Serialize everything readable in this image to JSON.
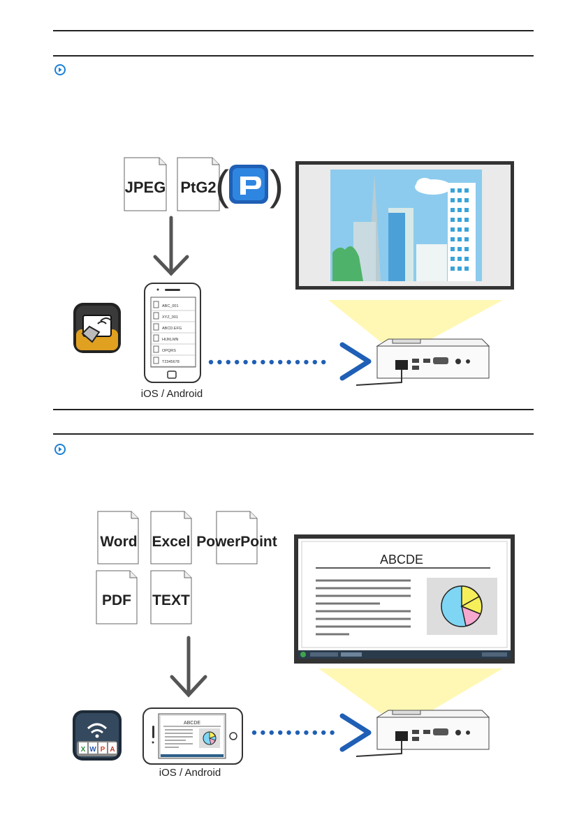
{
  "section1": {
    "file_types": [
      "JPEG",
      "PtG2"
    ],
    "phone_files": [
      "ABC_001",
      "XYZ_001",
      "ABCD.EFG",
      "HIJKLMN",
      "OPQRS",
      "T2345678"
    ],
    "device_caption": "iOS / Android"
  },
  "section2": {
    "file_types_row1": [
      "Word",
      "Excel",
      "PowerPoint"
    ],
    "file_types_row2": [
      "PDF",
      "TEXT"
    ],
    "screen_title": "ABCDE",
    "phone_title": "ABCDE",
    "device_caption": "iOS / Android"
  },
  "colors": {
    "accent_blue": "#1f5fb5",
    "bullet_blue": "#1b7fd6",
    "sky": "#7cc3ea",
    "beam": "#fff6a8"
  }
}
